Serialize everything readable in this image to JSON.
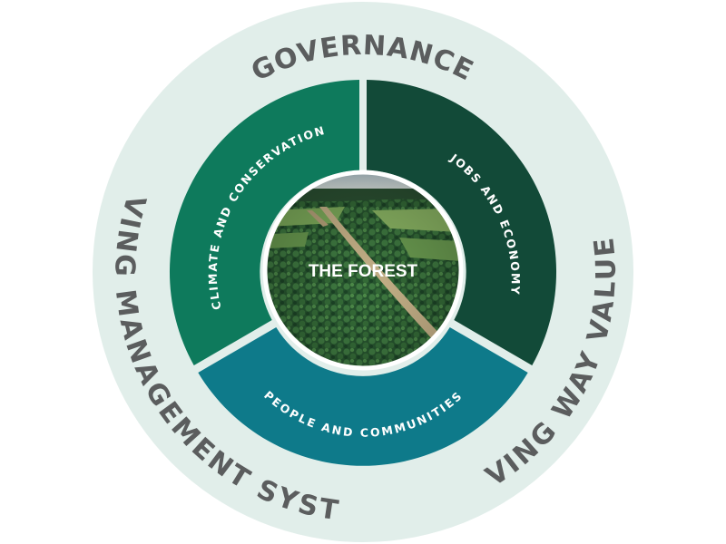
{
  "colors": {
    "outer_ring": "#e1eeea",
    "outer_text": "#5b5d5e",
    "climate_segment": "#0e7a5c",
    "jobs_segment": "#124a38",
    "people_segment": "#0e7a8a",
    "segment_text": "#ffffff",
    "divider": "#ffffff",
    "forest_dark": "#1f4a2b",
    "forest_mid": "#3a6f3c",
    "forest_light": "#5f9a4e",
    "center_text": "#ffffff"
  },
  "outer_ring": {
    "top_label": "GOVERNANCE",
    "left_label": "IRVING MANAGEMENT SYSTEM",
    "right_label": "IRVING WAY VALUES"
  },
  "segments": {
    "climate": "CLIMATE AND CONSERVATION",
    "jobs": "JOBS AND ECONOMY",
    "people": "PEOPLE AND COMMUNITIES"
  },
  "center": {
    "label": "THE FOREST",
    "image_icon": "aerial-forest-photo"
  }
}
